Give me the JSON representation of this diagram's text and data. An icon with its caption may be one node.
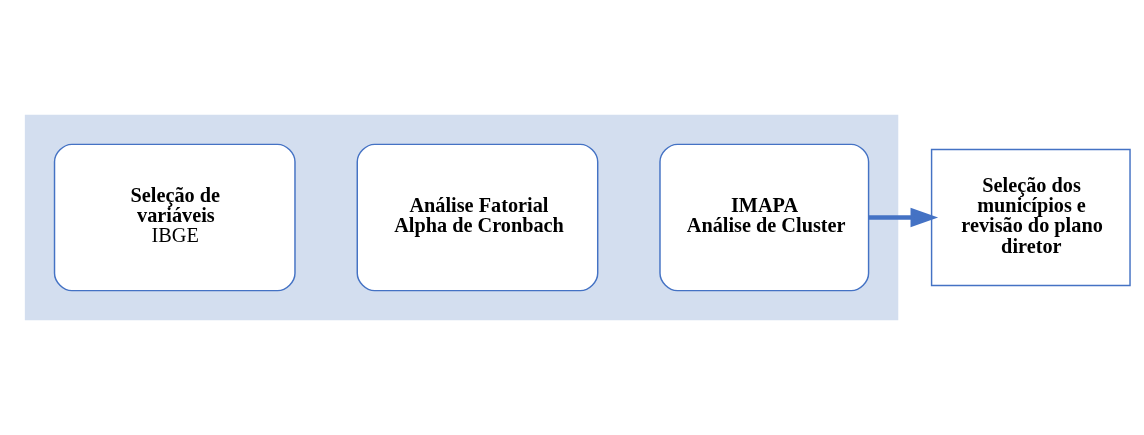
{
  "diagram": {
    "nodes": [
      {
        "text": [],
        "shape": "arrow"
      },
      {
        "text": [
          "Seleção de variáveis",
          "IBGE"
        ],
        "in": 0
      },
      {
        "text": [
          "Análise Fatorial",
          "Alpha de Cronbach"
        ],
        "in": 0
      },
      {
        "text": [
          "IMAPA",
          "Análise de Cluster"
        ],
        "in": 0
      },
      {
        "text": [
          "Seleção dos municípios e revisão do plano diretor"
        ]
      }
    ],
    "edges": [
      {
        "from": 3,
        "to": 4,
        "arrow": "to",
        "color": "#4472c4"
      }
    ]
  }
}
